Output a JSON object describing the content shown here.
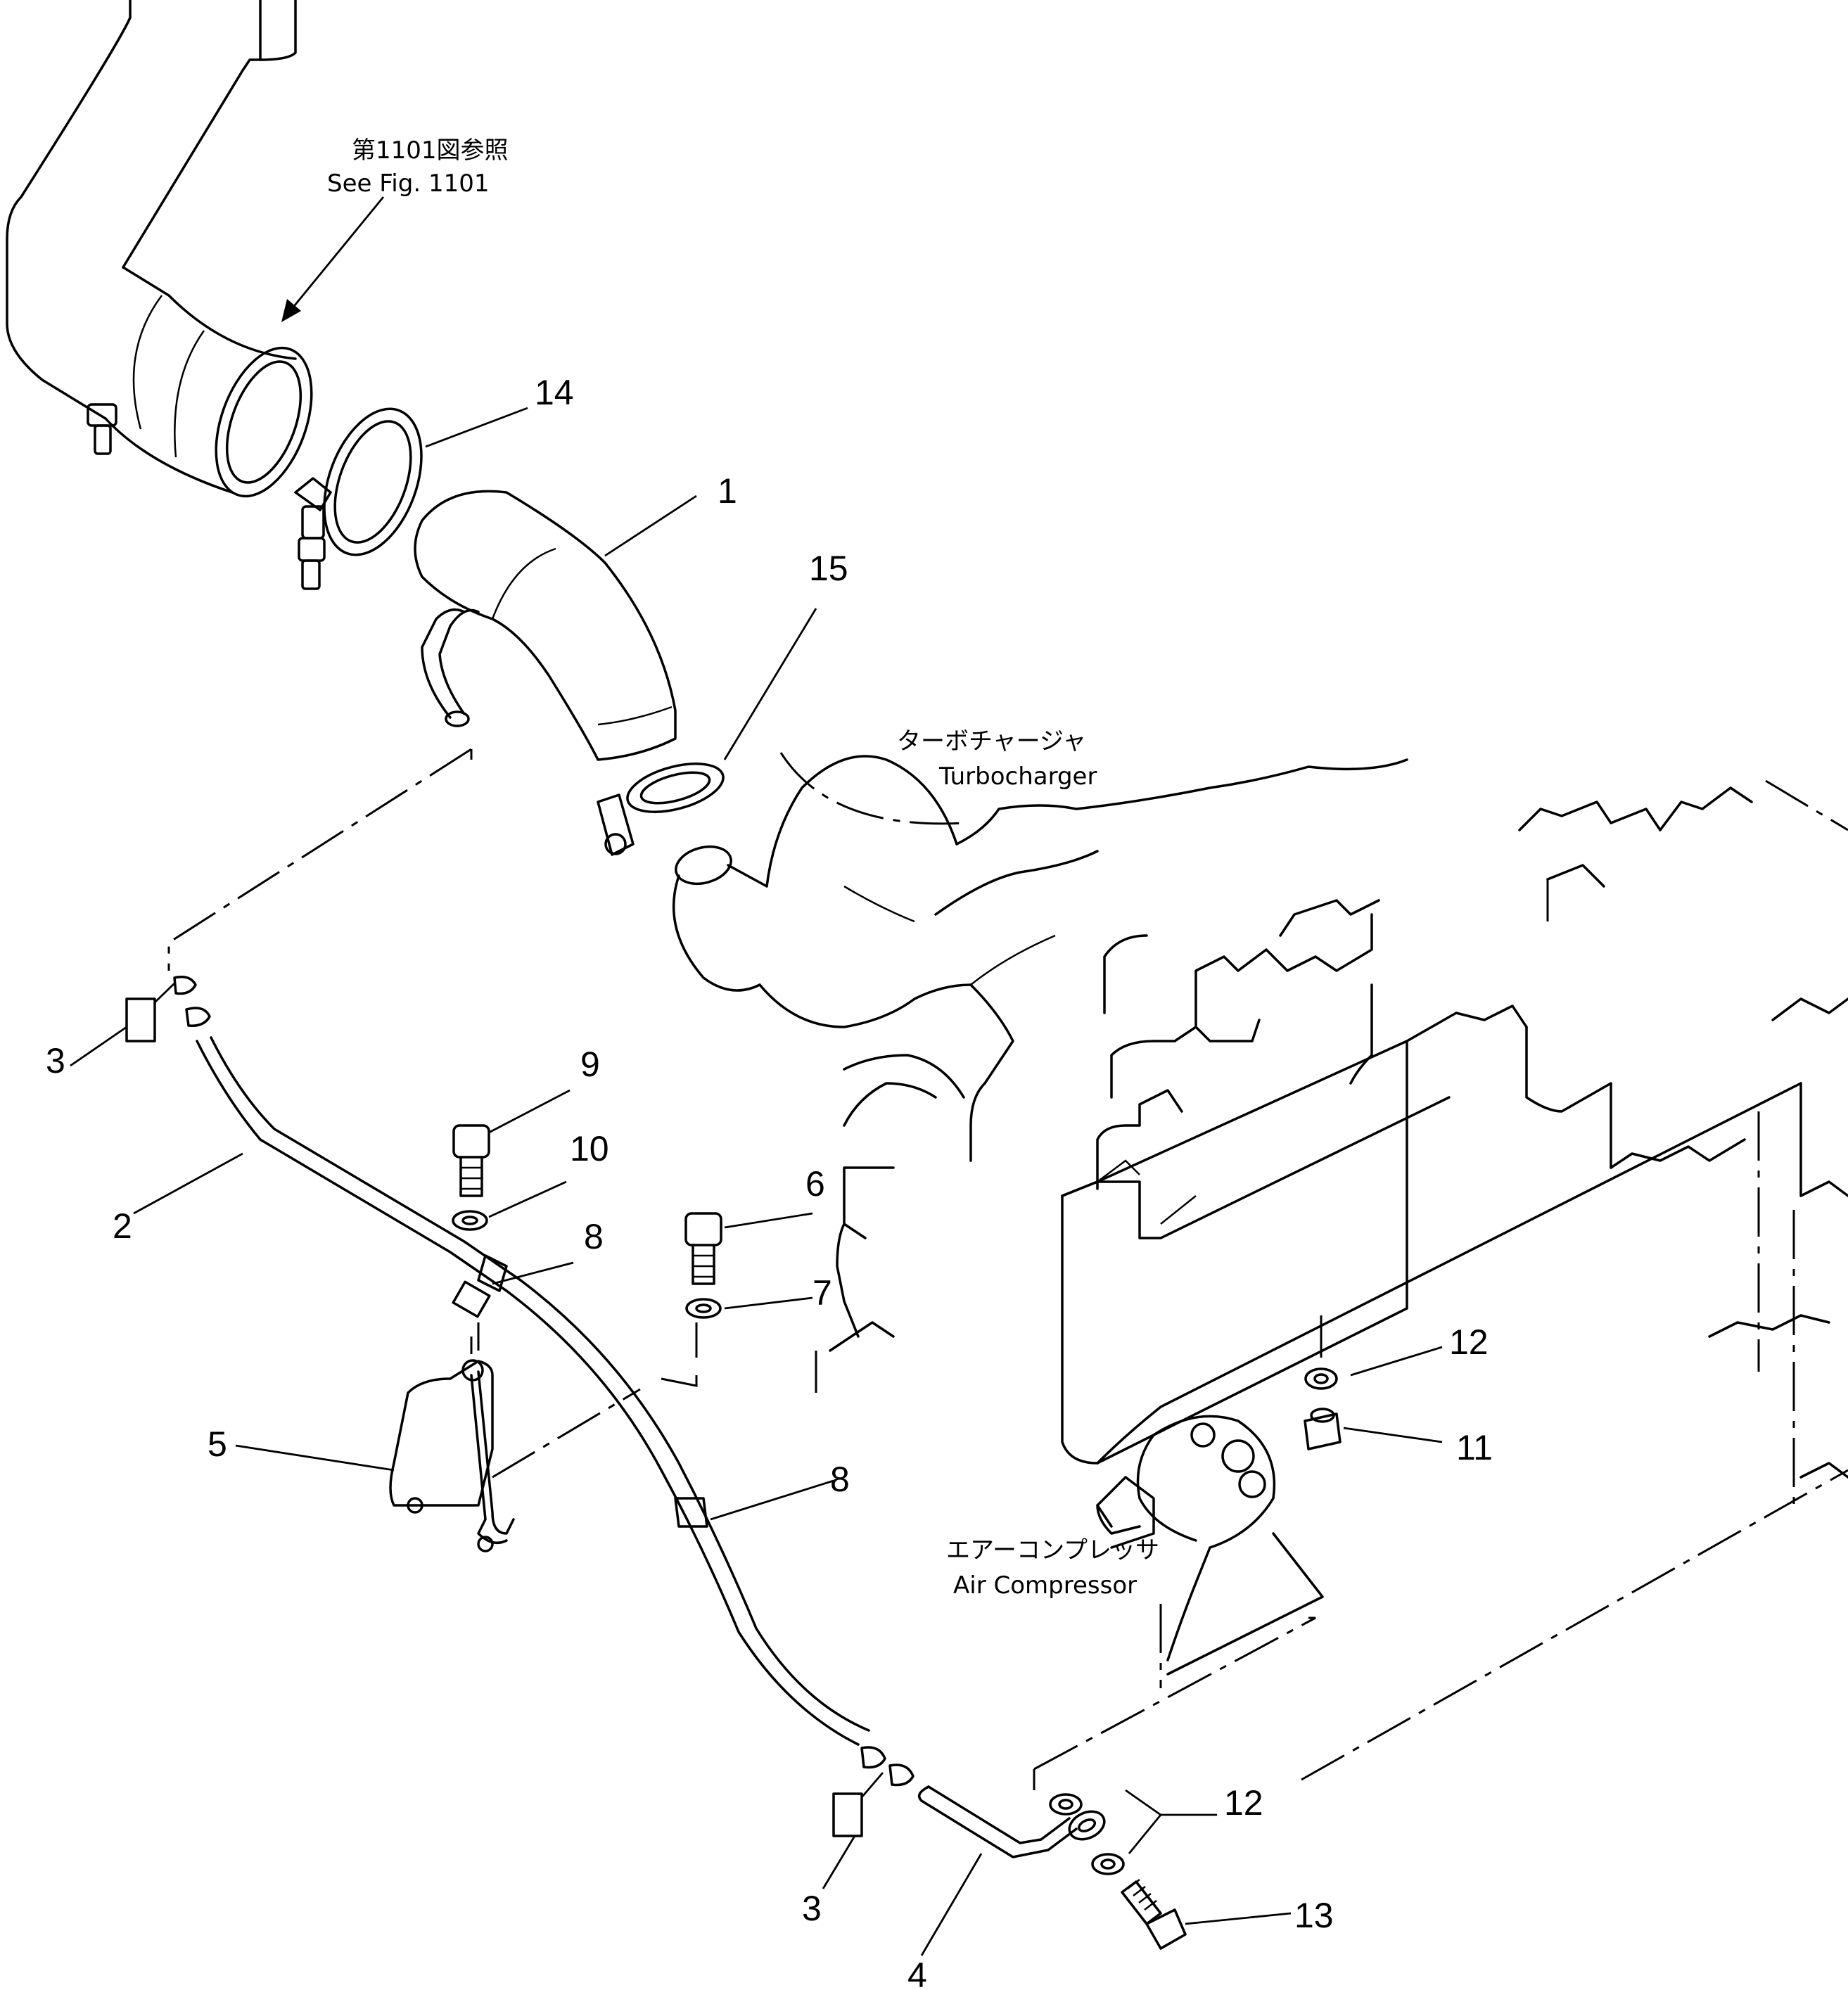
{
  "notes": {
    "ref_jp": "第1101図参照",
    "ref_en": "See Fig. 1101",
    "turbo_jp": "ターボチャージャ",
    "turbo_en": "Turbocharger",
    "aircomp_jp": "エアーコンプレッサ",
    "aircomp_en": "Air Compressor"
  },
  "callouts": {
    "c1": "1",
    "c2": "2",
    "c3a": "3",
    "c3b": "3",
    "c4": "4",
    "c5": "5",
    "c6": "6",
    "c7": "7",
    "c8a": "8",
    "c8b": "8",
    "c9": "9",
    "c10": "10",
    "c11": "11",
    "c12a": "12",
    "c12b": "12",
    "c13": "13",
    "c14": "14",
    "c15": "15"
  },
  "icons": {
    "arrow": "arrow-down-left-icon"
  }
}
